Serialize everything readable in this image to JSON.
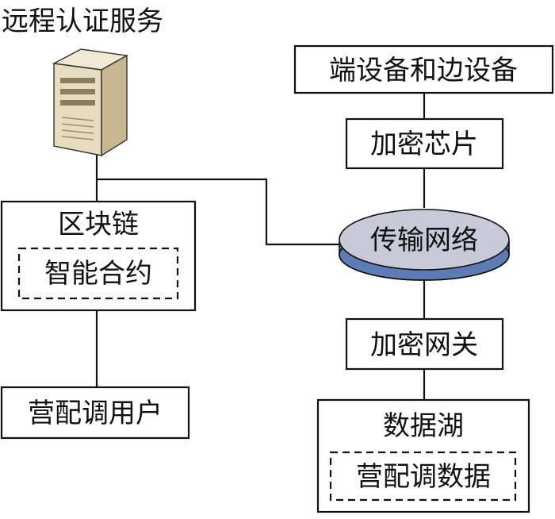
{
  "labels": {
    "remote_auth": "远程认证服务",
    "edge_devices": "端设备和边设备",
    "encryption_chip": "加密芯片",
    "blockchain": "区块链",
    "smart_contract": "智能合约",
    "transport_network": "传输网络",
    "encryption_gateway": "加密网关",
    "dispatch_users": "营配调用户",
    "data_lake": "数据湖",
    "dispatch_data": "营配调数据"
  },
  "colors": {
    "network_top": "#c9cad8",
    "network_side": "#5d7bb5",
    "server_face": "#e8dcc0",
    "server_side": "#c9b78f",
    "line": "#111111"
  }
}
